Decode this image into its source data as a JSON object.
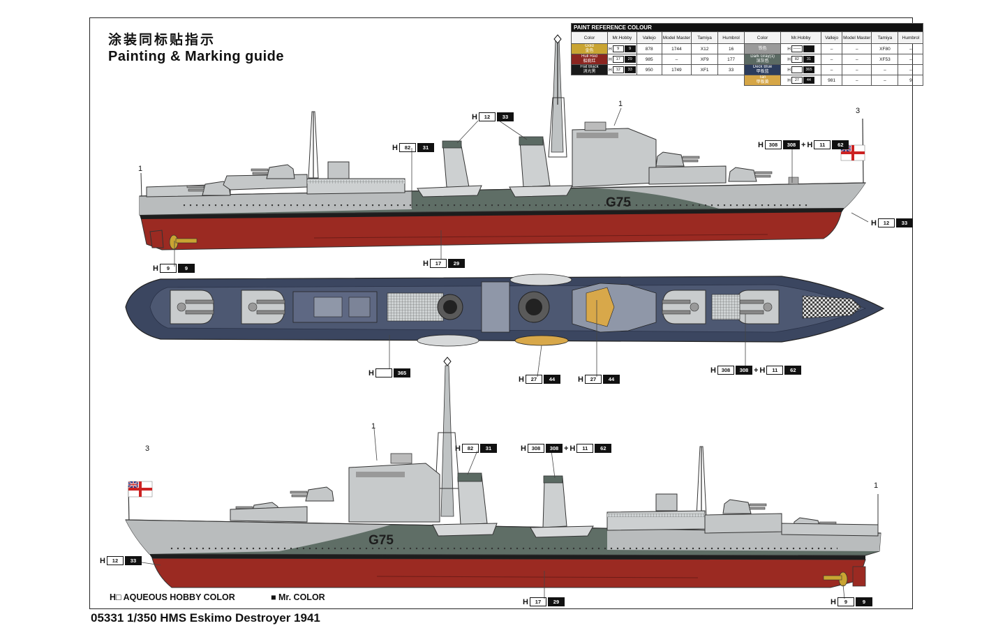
{
  "titles": {
    "cn": "涂装同标贴指示",
    "en": "Painting & Marking guide"
  },
  "footer": "05331 1/350  HMS Eskimo Destroyer 1941",
  "legend": {
    "aqueous": "H□ AQUEOUS HOBBY COLOR",
    "mr": "■ Mr. COLOR"
  },
  "paint_table": {
    "header": "PAINT REFERENCE COLOUR",
    "columns": [
      "Color",
      "Mr.Hobby",
      "Vallejo",
      "Model Master",
      "Tamiya",
      "Humbrol"
    ],
    "left_rows": [
      {
        "name": "Gold",
        "cn": "金色",
        "color": "#c9a432",
        "h1": "9",
        "h2": "9",
        "vallejo": "878",
        "mm": "1744",
        "tamiya": "X12",
        "humbrol": "16"
      },
      {
        "name": "Hull Red",
        "cn": "船底红",
        "color": "#8b2520",
        "h1": "17",
        "h2": "29",
        "vallejo": "985",
        "mm": "–",
        "tamiya": "XF9",
        "humbrol": "177"
      },
      {
        "name": "Flat Black",
        "cn": "消光黑",
        "color": "#1a1a1a",
        "h1": "12",
        "h2": "33",
        "vallejo": "950",
        "mm": "1749",
        "tamiya": "XF1",
        "humbrol": "33"
      }
    ],
    "right_rows": [
      {
        "name": "铁色",
        "cn": "",
        "color": "#9a9a9a",
        "h1": "——",
        "h2": "",
        "vallejo": "–",
        "mm": "–",
        "tamiya": "XF80",
        "humbrol": "–"
      },
      {
        "name": "Dark Gray(1)",
        "cn": "深灰色",
        "color": "#5b6a63",
        "h1": "82",
        "h2": "31",
        "vallejo": "–",
        "mm": "–",
        "tamiya": "XF53",
        "humbrol": "–"
      },
      {
        "name": "Deck Blue",
        "cn": "甲板蓝",
        "color": "#2c3c5c",
        "h1": "",
        "h2": "365",
        "vallejo": "–",
        "mm": "–",
        "tamiya": "–",
        "humbrol": "–"
      },
      {
        "name": "Tan",
        "cn": "甲板黄",
        "color": "#d6a646",
        "h1": "27",
        "h2": "44",
        "vallejo": "981",
        "mm": "–",
        "tamiya": "–",
        "humbrol": "9"
      }
    ]
  },
  "callouts": {
    "c_h12_33_top": {
      "a": "12",
      "b": "33"
    },
    "c_h82_31_top": {
      "a": "82",
      "b": "31"
    },
    "c_h308_11_top": {
      "a": "308",
      "b": "308",
      "c": "11",
      "d": "62"
    },
    "c_h12_33_bow": {
      "a": "12",
      "b": "33"
    },
    "c_h9_9_top": {
      "a": "9",
      "b": "9"
    },
    "c_h17_29_top": {
      "a": "17",
      "b": "29"
    },
    "c_h365": {
      "a": "",
      "b": "365"
    },
    "c_h27_44_a": {
      "a": "27",
      "b": "44"
    },
    "c_h27_44_b": {
      "a": "27",
      "b": "44"
    },
    "c_h308_11_mid": {
      "a": "308",
      "b": "308",
      "c": "11",
      "d": "62"
    },
    "c_h82_31_bot": {
      "a": "82",
      "b": "31"
    },
    "c_h308_11_bot": {
      "a": "308",
      "b": "308",
      "c": "11",
      "d": "62"
    },
    "c_h12_33_bot": {
      "a": "12",
      "b": "33"
    },
    "c_h17_29_bot": {
      "a": "17",
      "b": "29"
    },
    "c_h9_9_bot": {
      "a": "9",
      "b": "9"
    }
  },
  "labels": {
    "H": "H",
    "plus": "+",
    "n1": "1",
    "n3": "3",
    "hull_number": "G75"
  },
  "colors": {
    "hull_red": "#9b2a22",
    "dark_gray": "#5f6e66",
    "light_gray": "#b9bcbd",
    "deck_blue": "#3b4660",
    "tan": "#d8a84a"
  }
}
